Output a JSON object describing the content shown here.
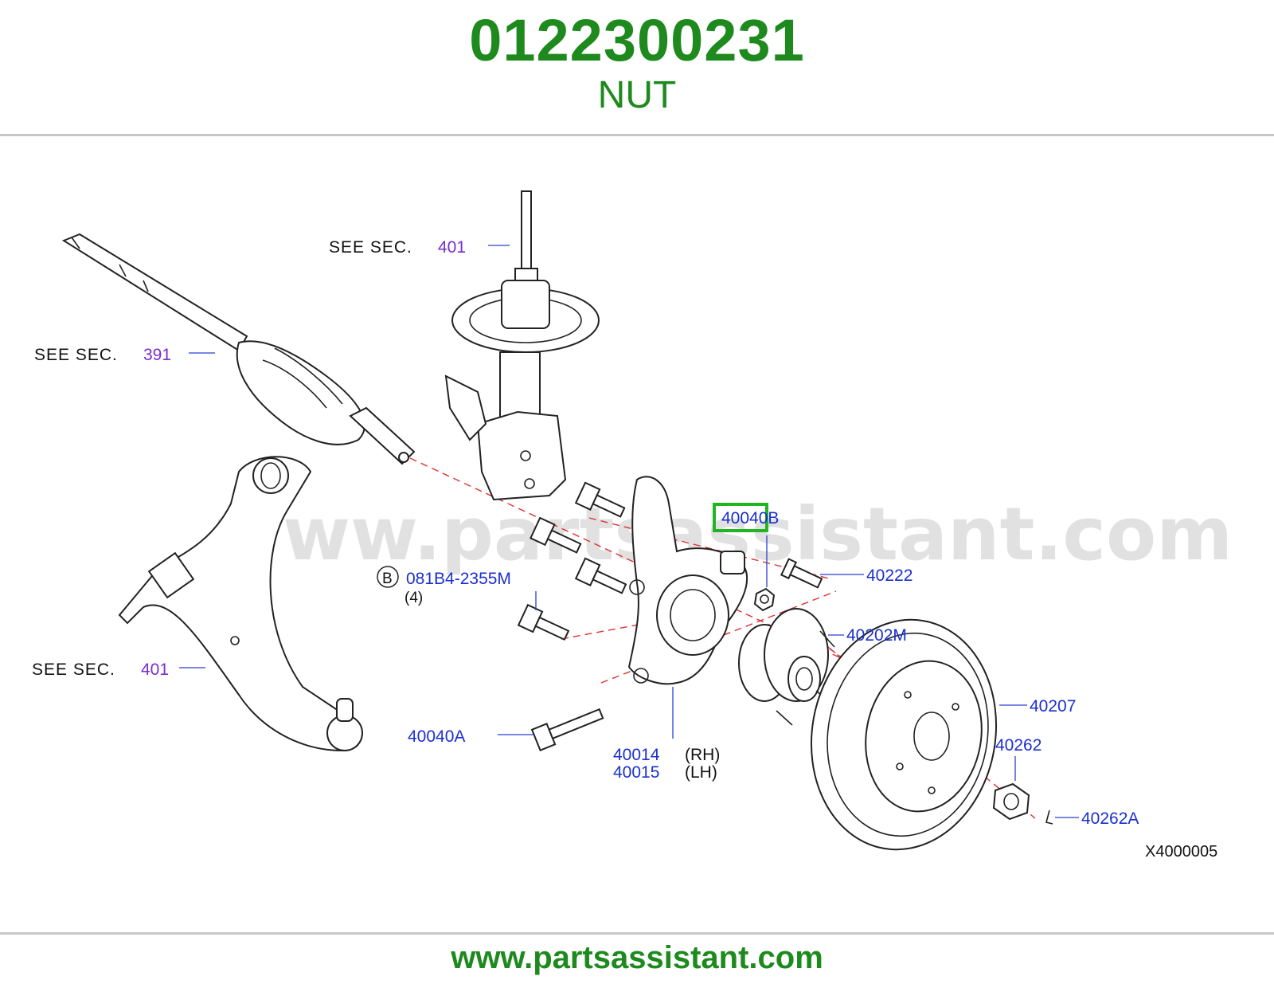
{
  "header": {
    "part_number": "0122300231",
    "part_name": "NUT"
  },
  "watermark": "www.partsassistant.com",
  "diagram": {
    "see_sec_label": "SEE  SEC.",
    "see_sec_strut": "401",
    "see_sec_driveshaft": "391",
    "see_sec_arm": "401",
    "callouts": {
      "p40040B": "40040B",
      "p40222": "40222",
      "p40202M": "40202M",
      "p40207": "40207",
      "p40262": "40262",
      "p40262A": "40262A",
      "p40040A": "40040A",
      "p40014": "40014",
      "p40015": "40015",
      "rh": "(RH)",
      "lh": "(LH)",
      "ref_letter": "B",
      "p081B4": "081B4-2355M",
      "qty": "(4)"
    },
    "highlight_color": "#22b422",
    "diagram_code": "X4000005"
  },
  "footer": {
    "url": "www.partsassistant.com"
  }
}
